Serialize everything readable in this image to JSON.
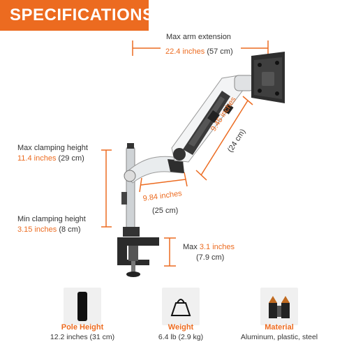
{
  "banner": {
    "title": "SPECIFICATIONS"
  },
  "dimensions": {
    "arm_extension": {
      "label": "Max arm extension",
      "inches": "22.4 inches",
      "cm": "(57 cm)"
    },
    "diagonal": {
      "inches": "9.45 inches",
      "cm": "(24 cm)"
    },
    "lower_arm": {
      "inches": "9.84 inches",
      "cm": "(25 cm)"
    },
    "max_clamp": {
      "label": "Max clamping height",
      "inches": "11.4 inches",
      "cm": "(29 cm)"
    },
    "min_clamp": {
      "label": "Min clamping height",
      "inches": "3.15 inches",
      "cm": "(8 cm)"
    },
    "clamp_max": {
      "prefix": "Max",
      "inches": "3.1 inches",
      "cm": "(7.9 cm)"
    }
  },
  "features": [
    {
      "title": "Pole Height",
      "value": "12.2 inches (31 cm)",
      "icon": "pole-icon"
    },
    {
      "title": "Weight",
      "value": "6.4 lb (2.9 kg)",
      "icon": "weight-icon"
    },
    {
      "title": "Material",
      "value": "Aluminum, plastic, steel",
      "icon": "material-icon"
    }
  ],
  "colors": {
    "accent": "#ec6b20",
    "text": "#333333"
  }
}
